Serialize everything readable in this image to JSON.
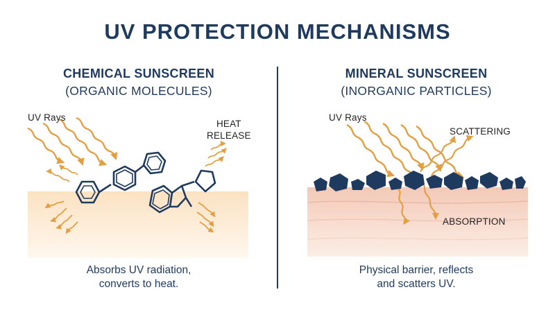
{
  "title": "UV PROTECTION MECHANISMS",
  "left": {
    "heading": "CHEMICAL SUNSCREEN",
    "subheading": "(ORGANIC MOLECULES)",
    "uv_label": "UV Rays",
    "heat_label_1": "HEAT",
    "heat_label_2": "RELEASE",
    "caption_1": "Absorbs UV radiation,",
    "caption_2": "converts to heat."
  },
  "right": {
    "heading": "MINERAL SUNSCREEN",
    "subheading": "(INORGANIC PARTICLES)",
    "uv_label": "UV Rays",
    "scatter_label": "SCATTERING",
    "absorb_label": "ABSORPTION",
    "caption_1": "Physical barrier, reflects",
    "caption_2": "and scatters UV."
  },
  "colors": {
    "navy": "#1f3a5f",
    "arrow": "#e2a042",
    "skin_light": "#fbe6c9",
    "skin_pink": "#f6d8c8"
  }
}
